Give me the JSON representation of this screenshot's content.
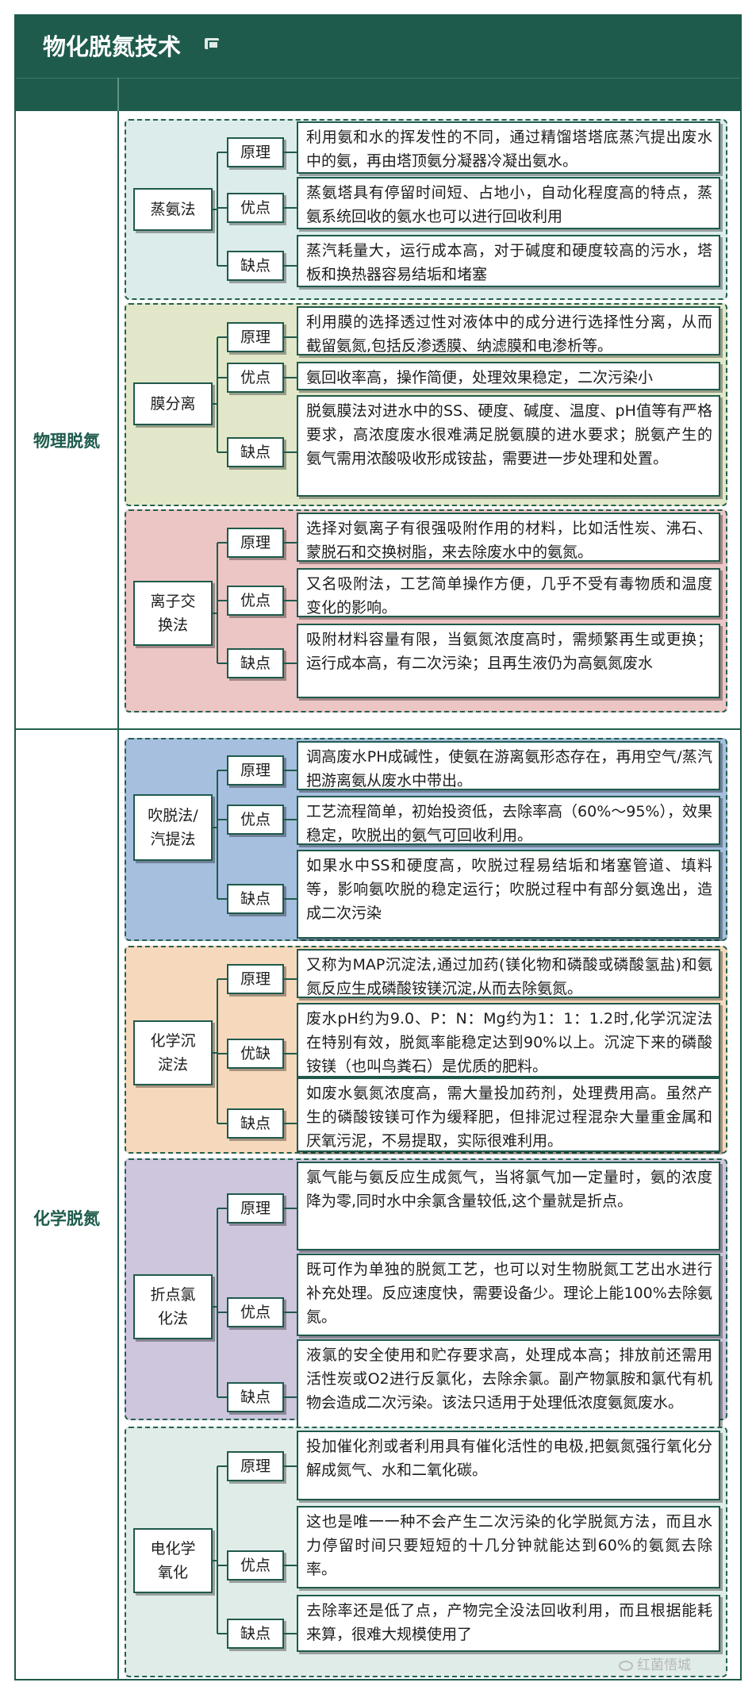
{
  "title": "物化脱氮技术",
  "icon": "mind-map-icon",
  "categories": [
    {
      "name": "物理脱氮"
    },
    {
      "name": "化学脱氮"
    }
  ],
  "methods": [
    {
      "name": "蒸氨法",
      "color": "#dcecea",
      "items": [
        {
          "label": "原理",
          "text": "利用氨和水的挥发性的不同，通过精馏塔塔底蒸汽提出废水中的氨，再由塔顶氨分凝器冷凝出氨水。"
        },
        {
          "label": "优点",
          "text": "蒸氨塔具有停留时间短、占地小，自动化程度高的特点，蒸氨系统回收的氨水也可以进行回收利用"
        },
        {
          "label": "缺点",
          "text": "蒸汽耗量大，运行成本高，对于碱度和硬度较高的污水，塔板和换热器容易结垢和堵塞"
        }
      ]
    },
    {
      "name": "膜分离",
      "color": "#e1e7c8",
      "items": [
        {
          "label": "原理",
          "text": "利用膜的选择透过性对液体中的成分进行选择性分离，从而截留氨氮,包括反渗透膜、纳滤膜和电渗析等。"
        },
        {
          "label": "优点",
          "text": "氨回收率高，操作简便，处理效果稳定，二次污染小"
        },
        {
          "label": "缺点",
          "text": "脱氨膜法对进水中的SS、硬度、碱度、温度、pH值等有严格要求，高浓度废水很难满足脱氨膜的进水要求；脱氨产生的氨气需用浓酸吸收形成铵盐，需要进一步处理和处置。"
        }
      ]
    },
    {
      "name": "离子交换法",
      "color": "#ecc6c4",
      "items": [
        {
          "label": "原理",
          "text": "选择对氨离子有很强吸附作用的材料，比如活性炭、沸石、蒙脱石和交换树脂，来去除废水中的氨氮。"
        },
        {
          "label": "优点",
          "text": "又名吸附法，工艺简单操作方便，几乎不受有毒物质和温度变化的影响。"
        },
        {
          "label": "缺点",
          "text": "吸附材料容量有限，当氨氮浓度高时，需频繁再生或更换；运行成本高，有二次污染；且再生液仍为高氨氮废水"
        }
      ]
    },
    {
      "name": "吹脱法/汽提法",
      "color": "#a6bfdf",
      "items": [
        {
          "label": "原理",
          "text": "调高废水PH成碱性，使氨在游离氨形态存在，再用空气/蒸汽把游离氨从废水中带出。"
        },
        {
          "label": "优点",
          "text": "工艺流程简单，初始投资低，去除率高（60%～95%），效果稳定，吹脱出的氨气可回收利用。"
        },
        {
          "label": "缺点",
          "text": "如果水中SS和硬度高，吹脱过程易结垢和堵塞管道、填料等，影响氨吹脱的稳定运行；吹脱过程中有部分氨逸出，造成二次污染"
        }
      ]
    },
    {
      "name": "化学沉淀法",
      "color": "#f6d9bc",
      "items": [
        {
          "label": "原理",
          "text": "又称为MAP沉淀法,通过加药(镁化物和磷酸或磷酸氢盐)和氨氮反应生成磷酸铵镁沉淀,从而去除氨氮。"
        },
        {
          "label": "优缺",
          "text": "废水pH约为9.0、P：N：Mg约为1：1：1.2时,化学沉淀法在特别有效，脱氮率能稳定达到90%以上。沉淀下来的磷酸铵镁（也叫鸟粪石）是优质的肥料。"
        },
        {
          "label": "缺点",
          "text": "如废水氨氮浓度高，需大量投加药剂，处理费用高。虽然产生的磷酸铵镁可作为缓释肥，但排泥过程混杂大量重金属和厌氧污泥，不易提取，实际很难利用。"
        }
      ]
    },
    {
      "name": "折点氯化法",
      "color": "#cdc6dd",
      "items": [
        {
          "label": "原理",
          "text": "氯气能与氨反应生成氮气，当将氯气加一定量时，氨的浓度降为零,同时水中余氯含量较低,这个量就是折点。"
        },
        {
          "label": "优点",
          "text": "既可作为单独的脱氮工艺，也可以对生物脱氮工艺出水进行补充处理。反应速度快，需要设备少。理论上能100%去除氨氮。"
        },
        {
          "label": "缺点",
          "text": "液氯的安全使用和贮存要求高，处理成本高；排放前还需用活性炭或O2进行反氯化，去除余氯。副产物氯胺和氯代有机物会造成二次污染。该法只适用于处理低浓度氨氮废水。"
        }
      ]
    },
    {
      "name": "电化学氧化",
      "color": "#e0ece8",
      "items": [
        {
          "label": "原理",
          "text": "投加催化剂或者利用具有催化活性的电极,把氨氮强行氧化分解成氮气、水和二氧化碳。"
        },
        {
          "label": "优点",
          "text": "这也是唯一一种不会产生二次污染的化学脱氮方法，而且水力停留时间只要短短的十几分钟就能达到60%的氨氮去除率。"
        },
        {
          "label": "缺点",
          "text": "去除率还是低了点，产物完全没法回收利用，而且根据能耗来算，很难大规模使用了"
        }
      ]
    }
  ],
  "watermark": "红菌悟城"
}
